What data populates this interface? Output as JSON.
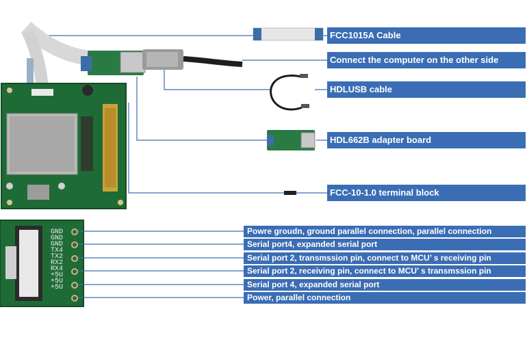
{
  "top_labels": [
    "FCC1015A Cable",
    "Connect the computer on the other side",
    "HDLUSB cable",
    "HDL662B adapter board",
    "FCC-10-1.0 terminal block"
  ],
  "pin_names": [
    "GND",
    "GND",
    "GND",
    "TX4",
    "TX2",
    "RX2",
    "RX4",
    "+5U",
    "+5U",
    "+5U"
  ],
  "pin_labels": [
    "Powre groudn, ground parallel connection, parallel connection",
    "Serial port4, expanded serial port",
    "Serial port 2, transmssion pin, connect to MCU’ s receiving pin",
    "Serial port 2, receiving pin, connect to MCU’ s transmssion pin",
    "Serial port 4, expanded serial port",
    "Power, parallel connection"
  ]
}
